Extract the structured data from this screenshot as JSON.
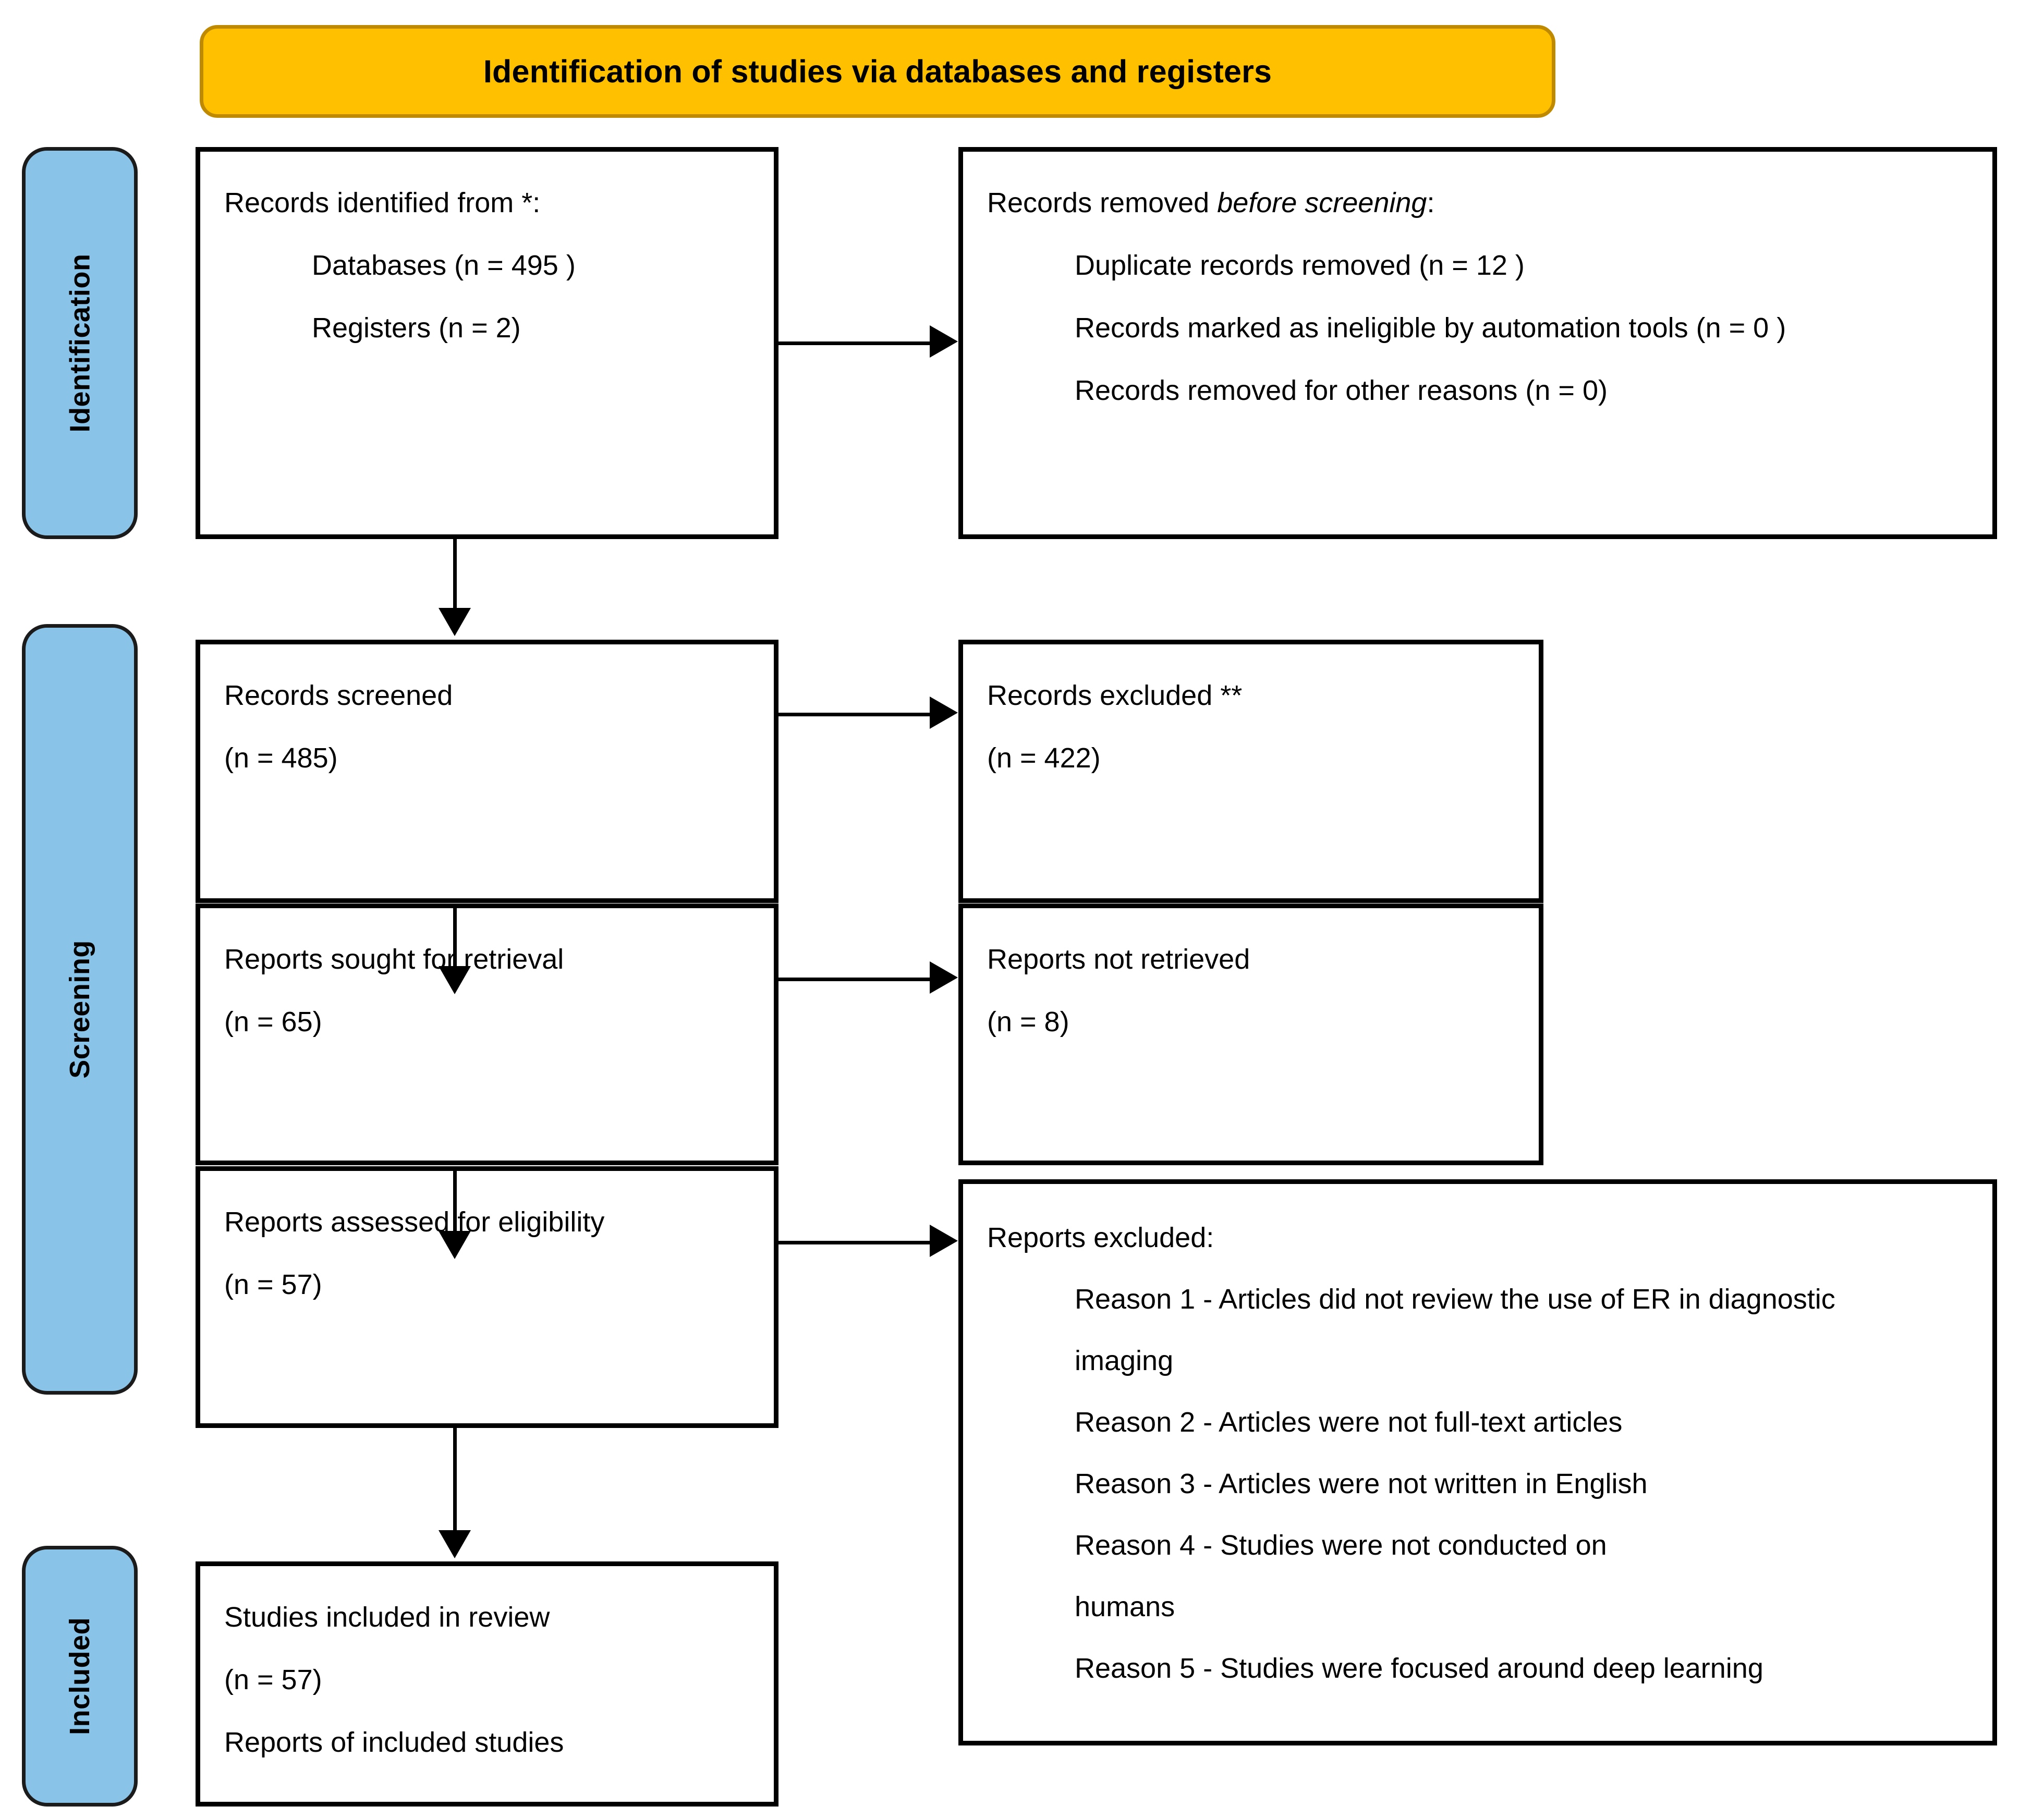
{
  "header": {
    "title": "Identification of studies via databases and registers",
    "bg_color": "#FFC000",
    "border_color": "#C08A00"
  },
  "stages": {
    "color": "#8AC3E8",
    "identification": "Identification",
    "screening": "Screening",
    "included": "Included"
  },
  "boxes": {
    "identified": {
      "line1": "Records identified from *:",
      "line2": "Databases (n = 495 )",
      "line3": "Registers (n = 2)"
    },
    "removed": {
      "line1_a": "Records removed ",
      "line1_b": "before screening",
      "line1_c": ":",
      "line2": "Duplicate records removed (n = 12 )",
      "line3": "Records marked as ineligible by automation tools (n = 0 )",
      "line4": "Records removed for other reasons (n = 0)"
    },
    "screened": {
      "line1": "Records screened",
      "line2": "(n = 485)"
    },
    "records_excluded": {
      "line1": "Records excluded **",
      "line2": "(n = 422)"
    },
    "sought": {
      "line1": "Reports sought for retrieval",
      "line2": "(n = 65)"
    },
    "not_retrieved": {
      "line1": "Reports not retrieved",
      "line2": "(n = 8)"
    },
    "assessed": {
      "line1": "Reports assessed for eligibility",
      "line2": "(n = 57)"
    },
    "reports_excluded": {
      "heading": "Reports excluded:",
      "reason1": "Reason 1 - Articles did not review the use of ER in diagnostic",
      "reason1_cont": "imaging",
      "reason2": "Reason 2 - Articles were not full-text articles",
      "reason3": "Reason 3 - Articles were not written in English",
      "reason4": "Reason 4 - Studies were not conducted on",
      "reason4_cont": "humans",
      "reason5": "Reason 5 - Studies were focused around deep learning"
    },
    "included": {
      "line1": "Studies included in review",
      "line2": "(n = 57)",
      "line3": "Reports of included studies"
    }
  }
}
